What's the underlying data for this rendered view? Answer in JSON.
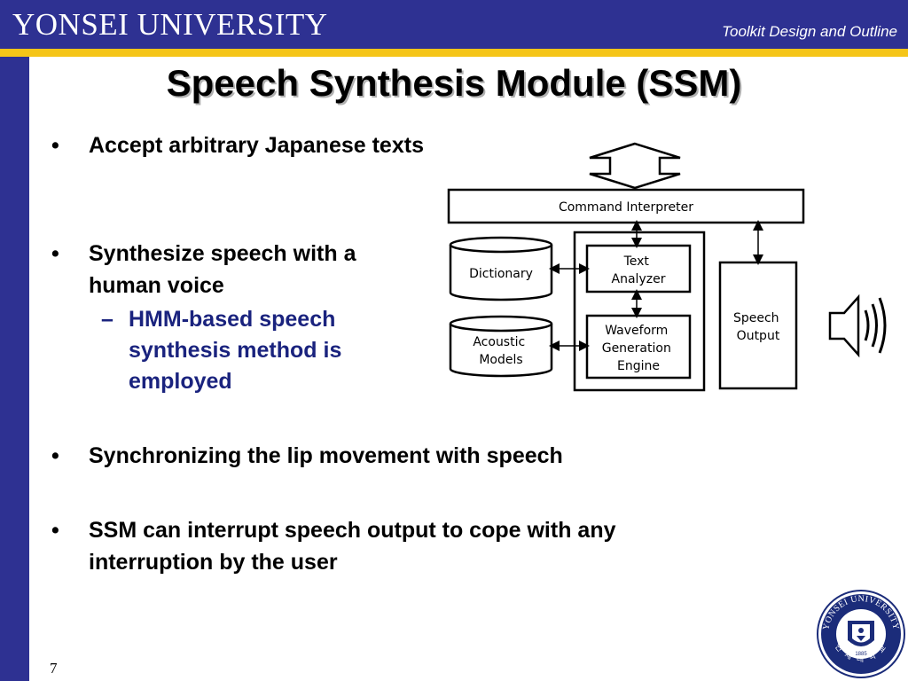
{
  "header": {
    "university": "YONSEI UNIVERSITY",
    "section": "Toolkit Design and Outline"
  },
  "title": "Speech Synthesis Module (SSM)",
  "bullets": [
    {
      "marker": "•",
      "text": "Accept arbitrary Japanese texts"
    },
    {
      "marker": "•",
      "text": "Synthesize speech with a human voice"
    },
    {
      "marker": "–",
      "text": "HMM-based speech synthesis method is employed"
    },
    {
      "marker": "•",
      "text": "Synchronizing the lip movement with speech"
    },
    {
      "marker": "•",
      "text": "SSM can interrupt speech output to cope with any interruption by the user"
    }
  ],
  "diagram": {
    "command_interpreter": "Command Interpreter",
    "dictionary": "Dictionary",
    "acoustic_models": [
      "Acoustic",
      "Models"
    ],
    "text_analyzer": [
      "Text",
      "Analyzer"
    ],
    "waveform_engine": [
      "Waveform",
      "Generation",
      "Engine"
    ],
    "speech_output": [
      "Speech",
      "Output"
    ]
  },
  "footer": {
    "page_number": "7"
  },
  "seal": {
    "arc_text": "YONSEI UNIVERSITY",
    "year": "1885",
    "korean_text": "연 세 대 학 교"
  },
  "colors": {
    "header_blue": "#2e3192",
    "gold_rule": "#f5c518",
    "sub_bullet": "#1a237e"
  }
}
